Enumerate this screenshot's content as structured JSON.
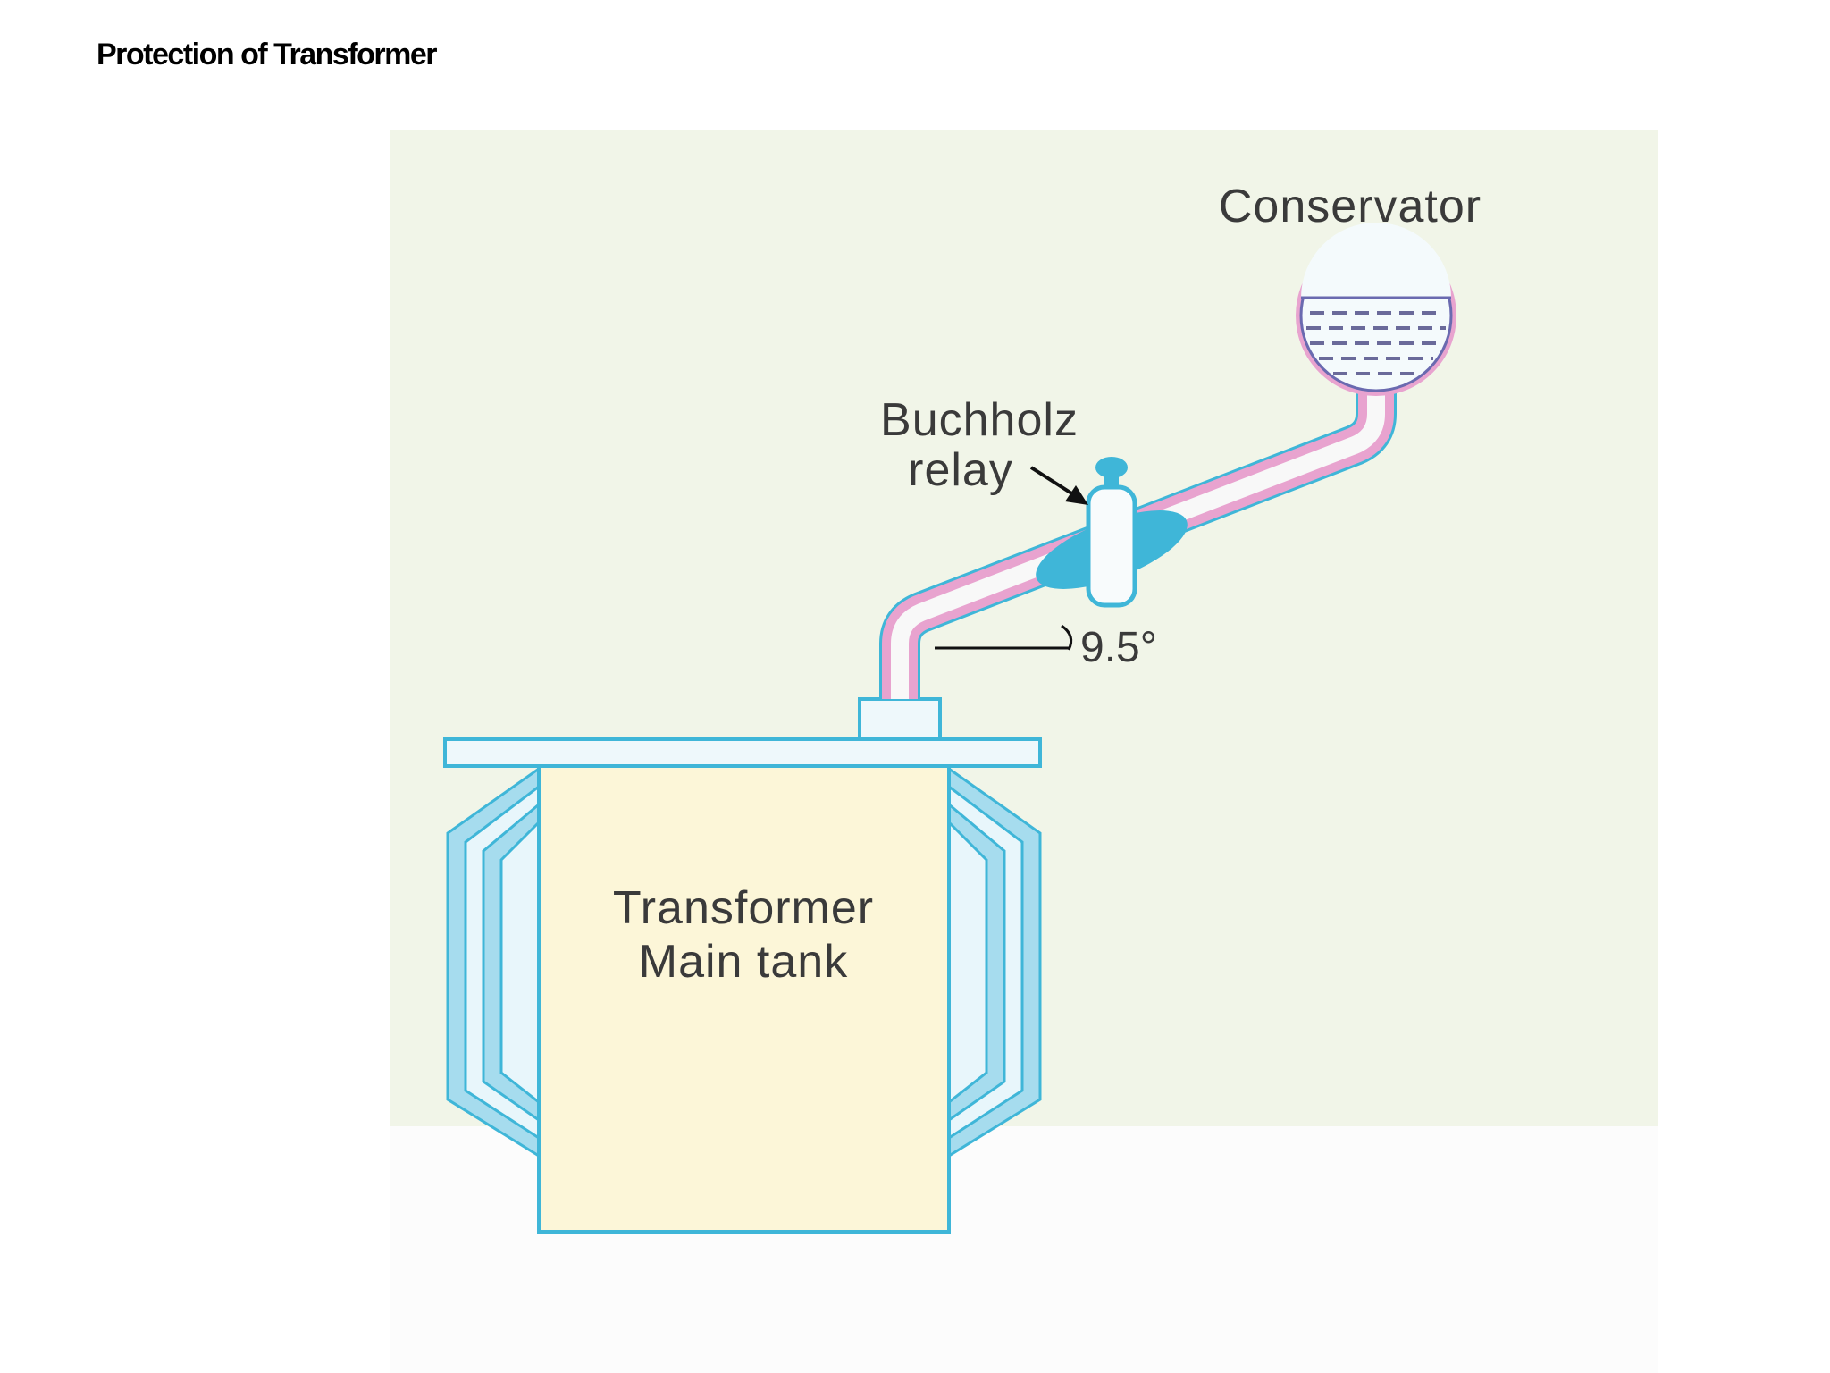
{
  "slide": {
    "title": "Protection of Transformer"
  },
  "diagram": {
    "labels": {
      "conservator": "Conservator",
      "buchholz_line1": "Buchholz",
      "buchholz_line2": "relay",
      "angle": "9.5°",
      "tank_line1": "Transformer",
      "tank_line2": "Main tank"
    },
    "colors": {
      "panel_background": "#f1f5e8",
      "lower_background": "#fcfcfc",
      "outline": "#3fb6d8",
      "radiator_fill": "#a6dcee",
      "tank_fill": "#fcf6d8",
      "pipe_pink": "#e8a3cf",
      "oil_lines": "#6a6a9a",
      "text": "#3a3a3a"
    }
  }
}
